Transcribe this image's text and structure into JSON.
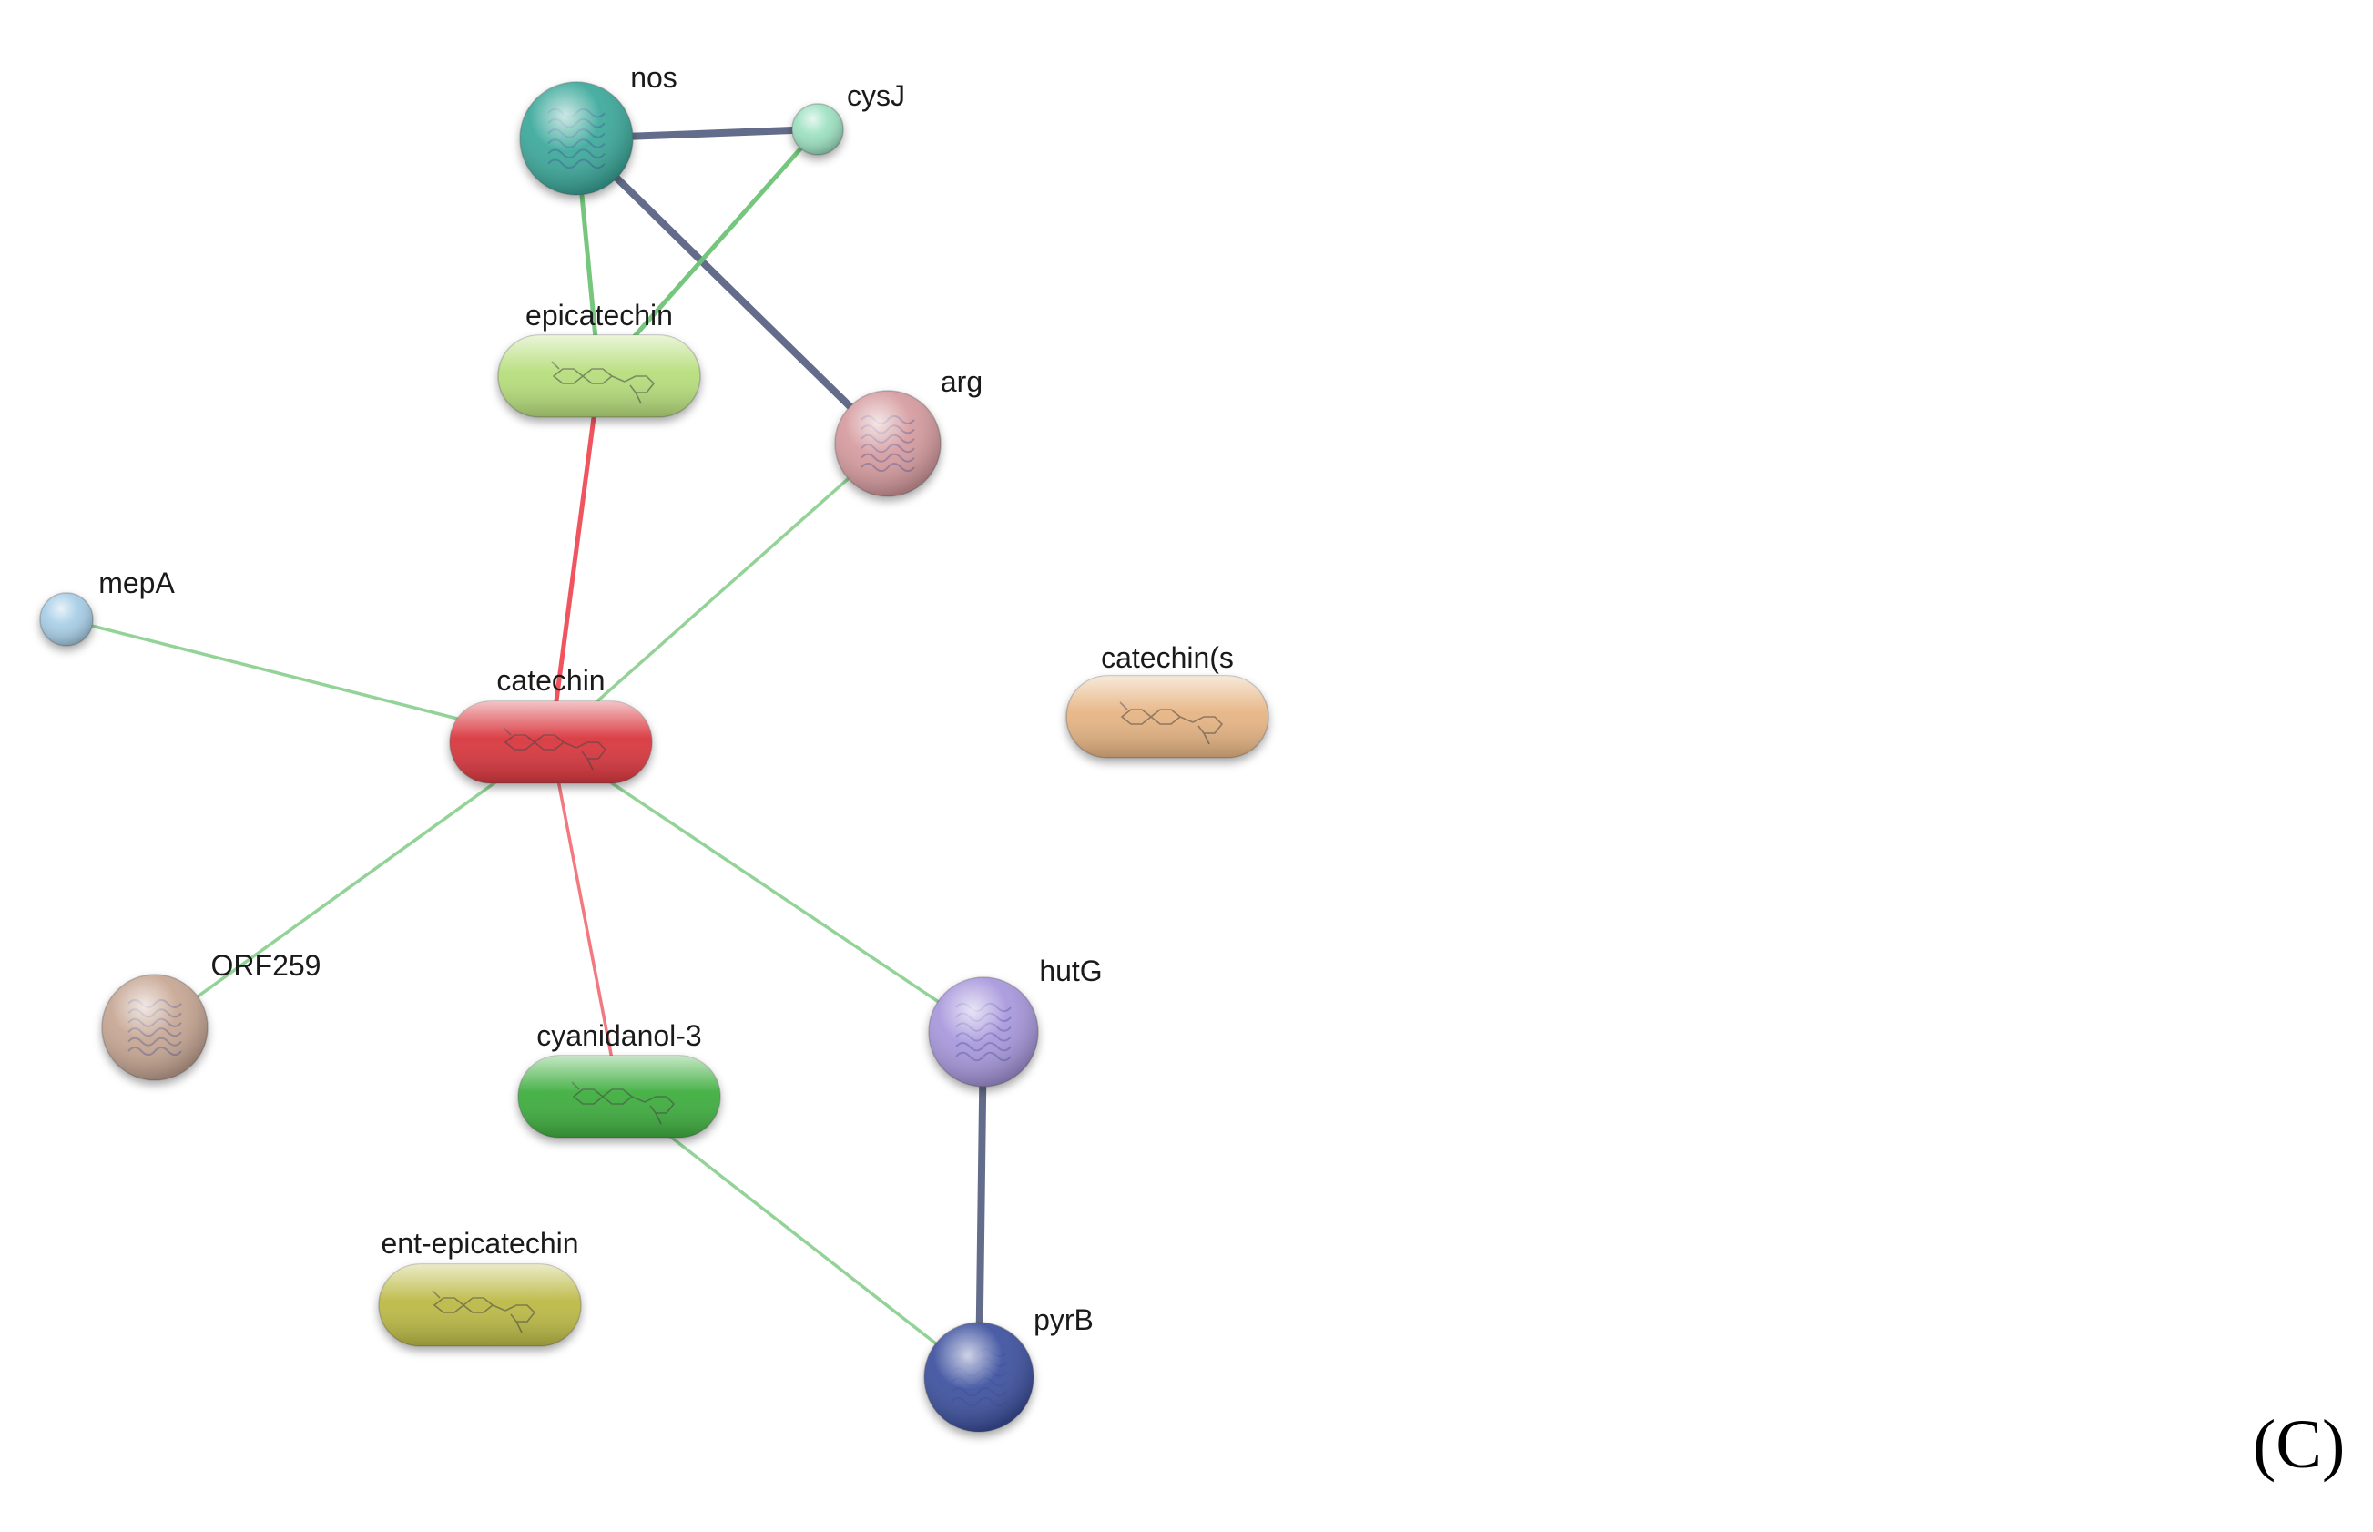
{
  "panel_label": "(C)",
  "edge_colors": {
    "gray": "#5b6585",
    "green": "#6fc476",
    "red": "#ef4b55"
  },
  "nodes": [
    {
      "id": "nos",
      "label": "nos",
      "kind": "protein",
      "color": "#3aa89a"
    },
    {
      "id": "cysJ",
      "label": "cysJ",
      "kind": "protein",
      "color": "#9be0c0"
    },
    {
      "id": "epicatechin",
      "label": "epicatechin",
      "kind": "compound",
      "color": "#b7de7c"
    },
    {
      "id": "arg",
      "label": "arg",
      "kind": "protein",
      "color": "#d59a9e"
    },
    {
      "id": "mepA",
      "label": "mepA",
      "kind": "protein",
      "color": "#a6cde6"
    },
    {
      "id": "catechin",
      "label": "catechin",
      "kind": "compound",
      "color": "#d9373e"
    },
    {
      "id": "catechin_s",
      "label": "catechin(s",
      "kind": "compound",
      "color": "#e6b483"
    },
    {
      "id": "ORF259",
      "label": "ORF259",
      "kind": "protein",
      "color": "#c6a592"
    },
    {
      "id": "hutG",
      "label": "hutG",
      "kind": "protein",
      "color": "#a796dc"
    },
    {
      "id": "cyanidanol3",
      "label": "cyanidanol-3",
      "kind": "compound",
      "color": "#3fae3f"
    },
    {
      "id": "ent_epicatechin",
      "label": "ent-epicatechin",
      "kind": "compound",
      "color": "#bcba46"
    },
    {
      "id": "pyrB",
      "label": "pyrB",
      "kind": "protein",
      "color": "#3b4f9e"
    }
  ],
  "edges": [
    {
      "from": "nos",
      "to": "cysJ",
      "color": "gray",
      "weight": "strong"
    },
    {
      "from": "nos",
      "to": "arg",
      "color": "gray",
      "weight": "strong"
    },
    {
      "from": "nos",
      "to": "epicatechin",
      "color": "green",
      "weight": "medium"
    },
    {
      "from": "cysJ",
      "to": "epicatechin",
      "color": "green",
      "weight": "medium"
    },
    {
      "from": "epicatechin",
      "to": "catechin",
      "color": "red",
      "weight": "medium"
    },
    {
      "from": "arg",
      "to": "catechin",
      "color": "green",
      "weight": "light"
    },
    {
      "from": "mepA",
      "to": "catechin",
      "color": "green",
      "weight": "light"
    },
    {
      "from": "catechin",
      "to": "ORF259",
      "color": "green",
      "weight": "light"
    },
    {
      "from": "catechin",
      "to": "cyanidanol3",
      "color": "red",
      "weight": "light"
    },
    {
      "from": "catechin",
      "to": "hutG",
      "color": "green",
      "weight": "light"
    },
    {
      "from": "cyanidanol3",
      "to": "pyrB",
      "color": "green",
      "weight": "light"
    },
    {
      "from": "hutG",
      "to": "pyrB",
      "color": "gray",
      "weight": "strong"
    }
  ]
}
